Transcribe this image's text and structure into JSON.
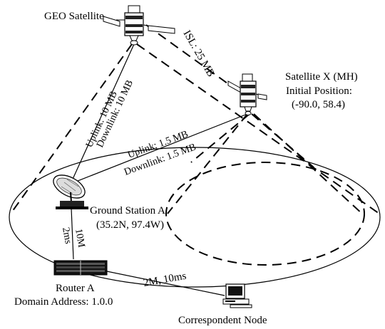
{
  "nodes": {
    "geo_satellite": "GEO Satellite",
    "satellite_x_name": "Satellite X (MH)",
    "satellite_x_position_label": "Initial Position:",
    "satellite_x_position_value": "(-90.0, 58.4)",
    "ground_station_name": "Ground Station A",
    "ground_station_coords": "(35.2N, 97.4W)",
    "router_name": "Router A",
    "router_domain": "Domain Address: 1.0.0",
    "correspondent_node": "Correspondent Node"
  },
  "links": {
    "isl": "ISL: 25 MB",
    "geo_uplink": "Uplink: 10 MB",
    "geo_downlink": "Downlink: 10 MB",
    "x_uplink": "Uplink: 1.5 MB",
    "x_downlink": "Downlink: 1.5 MB",
    "gs_router_bw": "10M",
    "gs_router_delay": "2ms",
    "router_cn": "2M, 10ms"
  }
}
